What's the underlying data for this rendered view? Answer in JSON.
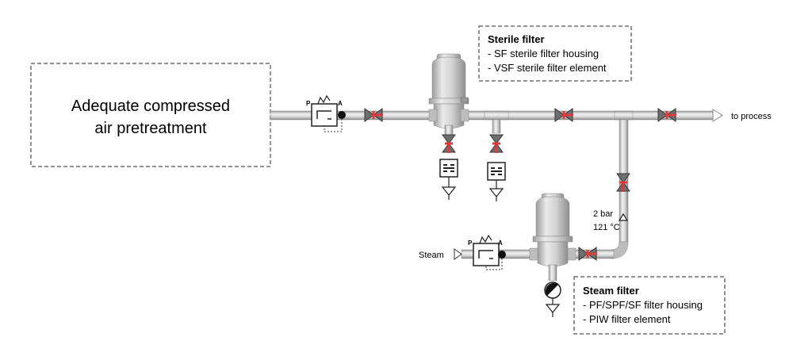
{
  "pretreatment_box": {
    "line1": "Adequate compressed",
    "line2": "air pretreatment"
  },
  "sterile_filter_box": {
    "title": "Sterile filter",
    "line1": "- SF sterile filter housing",
    "line2": "- VSF sterile filter element"
  },
  "steam_filter_box": {
    "title": "Steam filter",
    "line1": "- PF/SPF/SF filter housing",
    "line2": "- PIW filter element"
  },
  "labels": {
    "to_process": "to process",
    "steam": "Steam",
    "pressure": "2 bar",
    "temperature": "121 °C"
  },
  "reducer_ports": {
    "p": "P",
    "a": "A"
  },
  "colors": {
    "pipe": "#c9c9c9",
    "valve_body": "#7a7a7a",
    "valve_accent": "#e03a3a",
    "housing": "#cfcfcf",
    "box_border": "#6e6e6e"
  }
}
